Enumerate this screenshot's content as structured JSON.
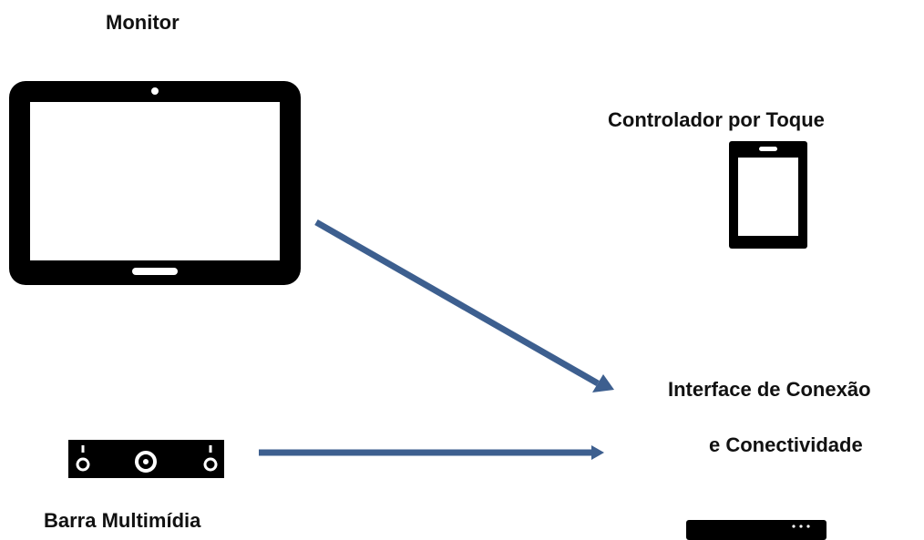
{
  "labels": {
    "monitor": "Monitor",
    "touch_controller": "Controlador por Toque",
    "interface_line1": "Interface de Conexão",
    "interface_line2": "e Conectividade",
    "multimedia_bar": "Barra Multimídia"
  },
  "icons": {
    "monitor": "tablet-monitor-icon",
    "touch_controller": "phone-controller-icon",
    "multimedia_bar": "speaker-bar-icon",
    "interface": "set-top-box-icon"
  },
  "colors": {
    "arrow": "#3d5f8f",
    "device": "#000000",
    "screen": "#ffffff"
  }
}
